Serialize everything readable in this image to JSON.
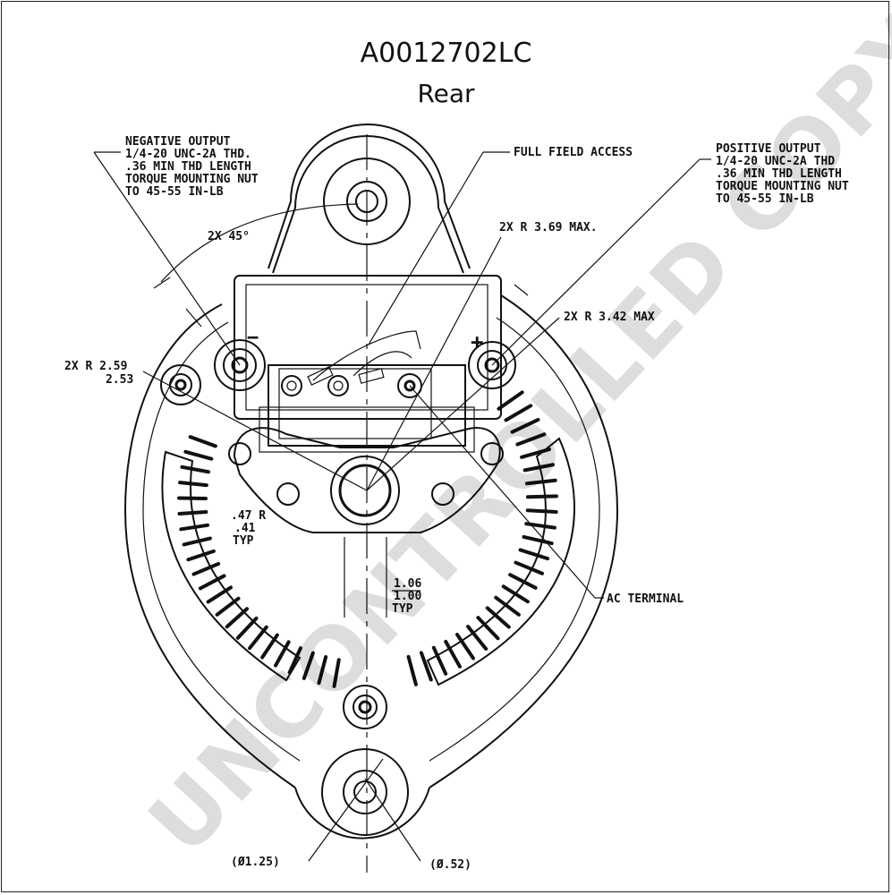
{
  "title": "A0012702LC",
  "subtitle": "Rear",
  "watermark": "UNCONTROLLED COPY",
  "callouts": {
    "negative_output": [
      "NEGATIVE OUTPUT",
      "1/4-20 UNC-2A THD.",
      ".36 MIN THD LENGTH",
      "TORQUE MOUNTING NUT",
      "TO 45-55 IN-LB"
    ],
    "positive_output": [
      "POSITIVE OUTPUT",
      "1/4-20 UNC-2A THD",
      ".36 MIN THD LENGTH",
      "TORQUE MOUNTING NUT",
      "TO 45-55 IN-LB"
    ],
    "full_field_access": "FULL FIELD ACCESS",
    "angle": "2X 45°",
    "r_369": "2X R 3.69 MAX.",
    "r_342": "2X R 3.42 MAX",
    "r_259": "2X R 2.59",
    "r_253": "2.53",
    "hole_r": [
      ".47 R",
      ".41",
      "TYP"
    ],
    "spacing": [
      "1.06",
      "1.00",
      "TYP"
    ],
    "ac_terminal": "AC TERMINAL",
    "dia_125": "(Ø1.25)",
    "dia_052": "(Ø.52)",
    "minus_sign": "−",
    "plus_sign": "+"
  }
}
